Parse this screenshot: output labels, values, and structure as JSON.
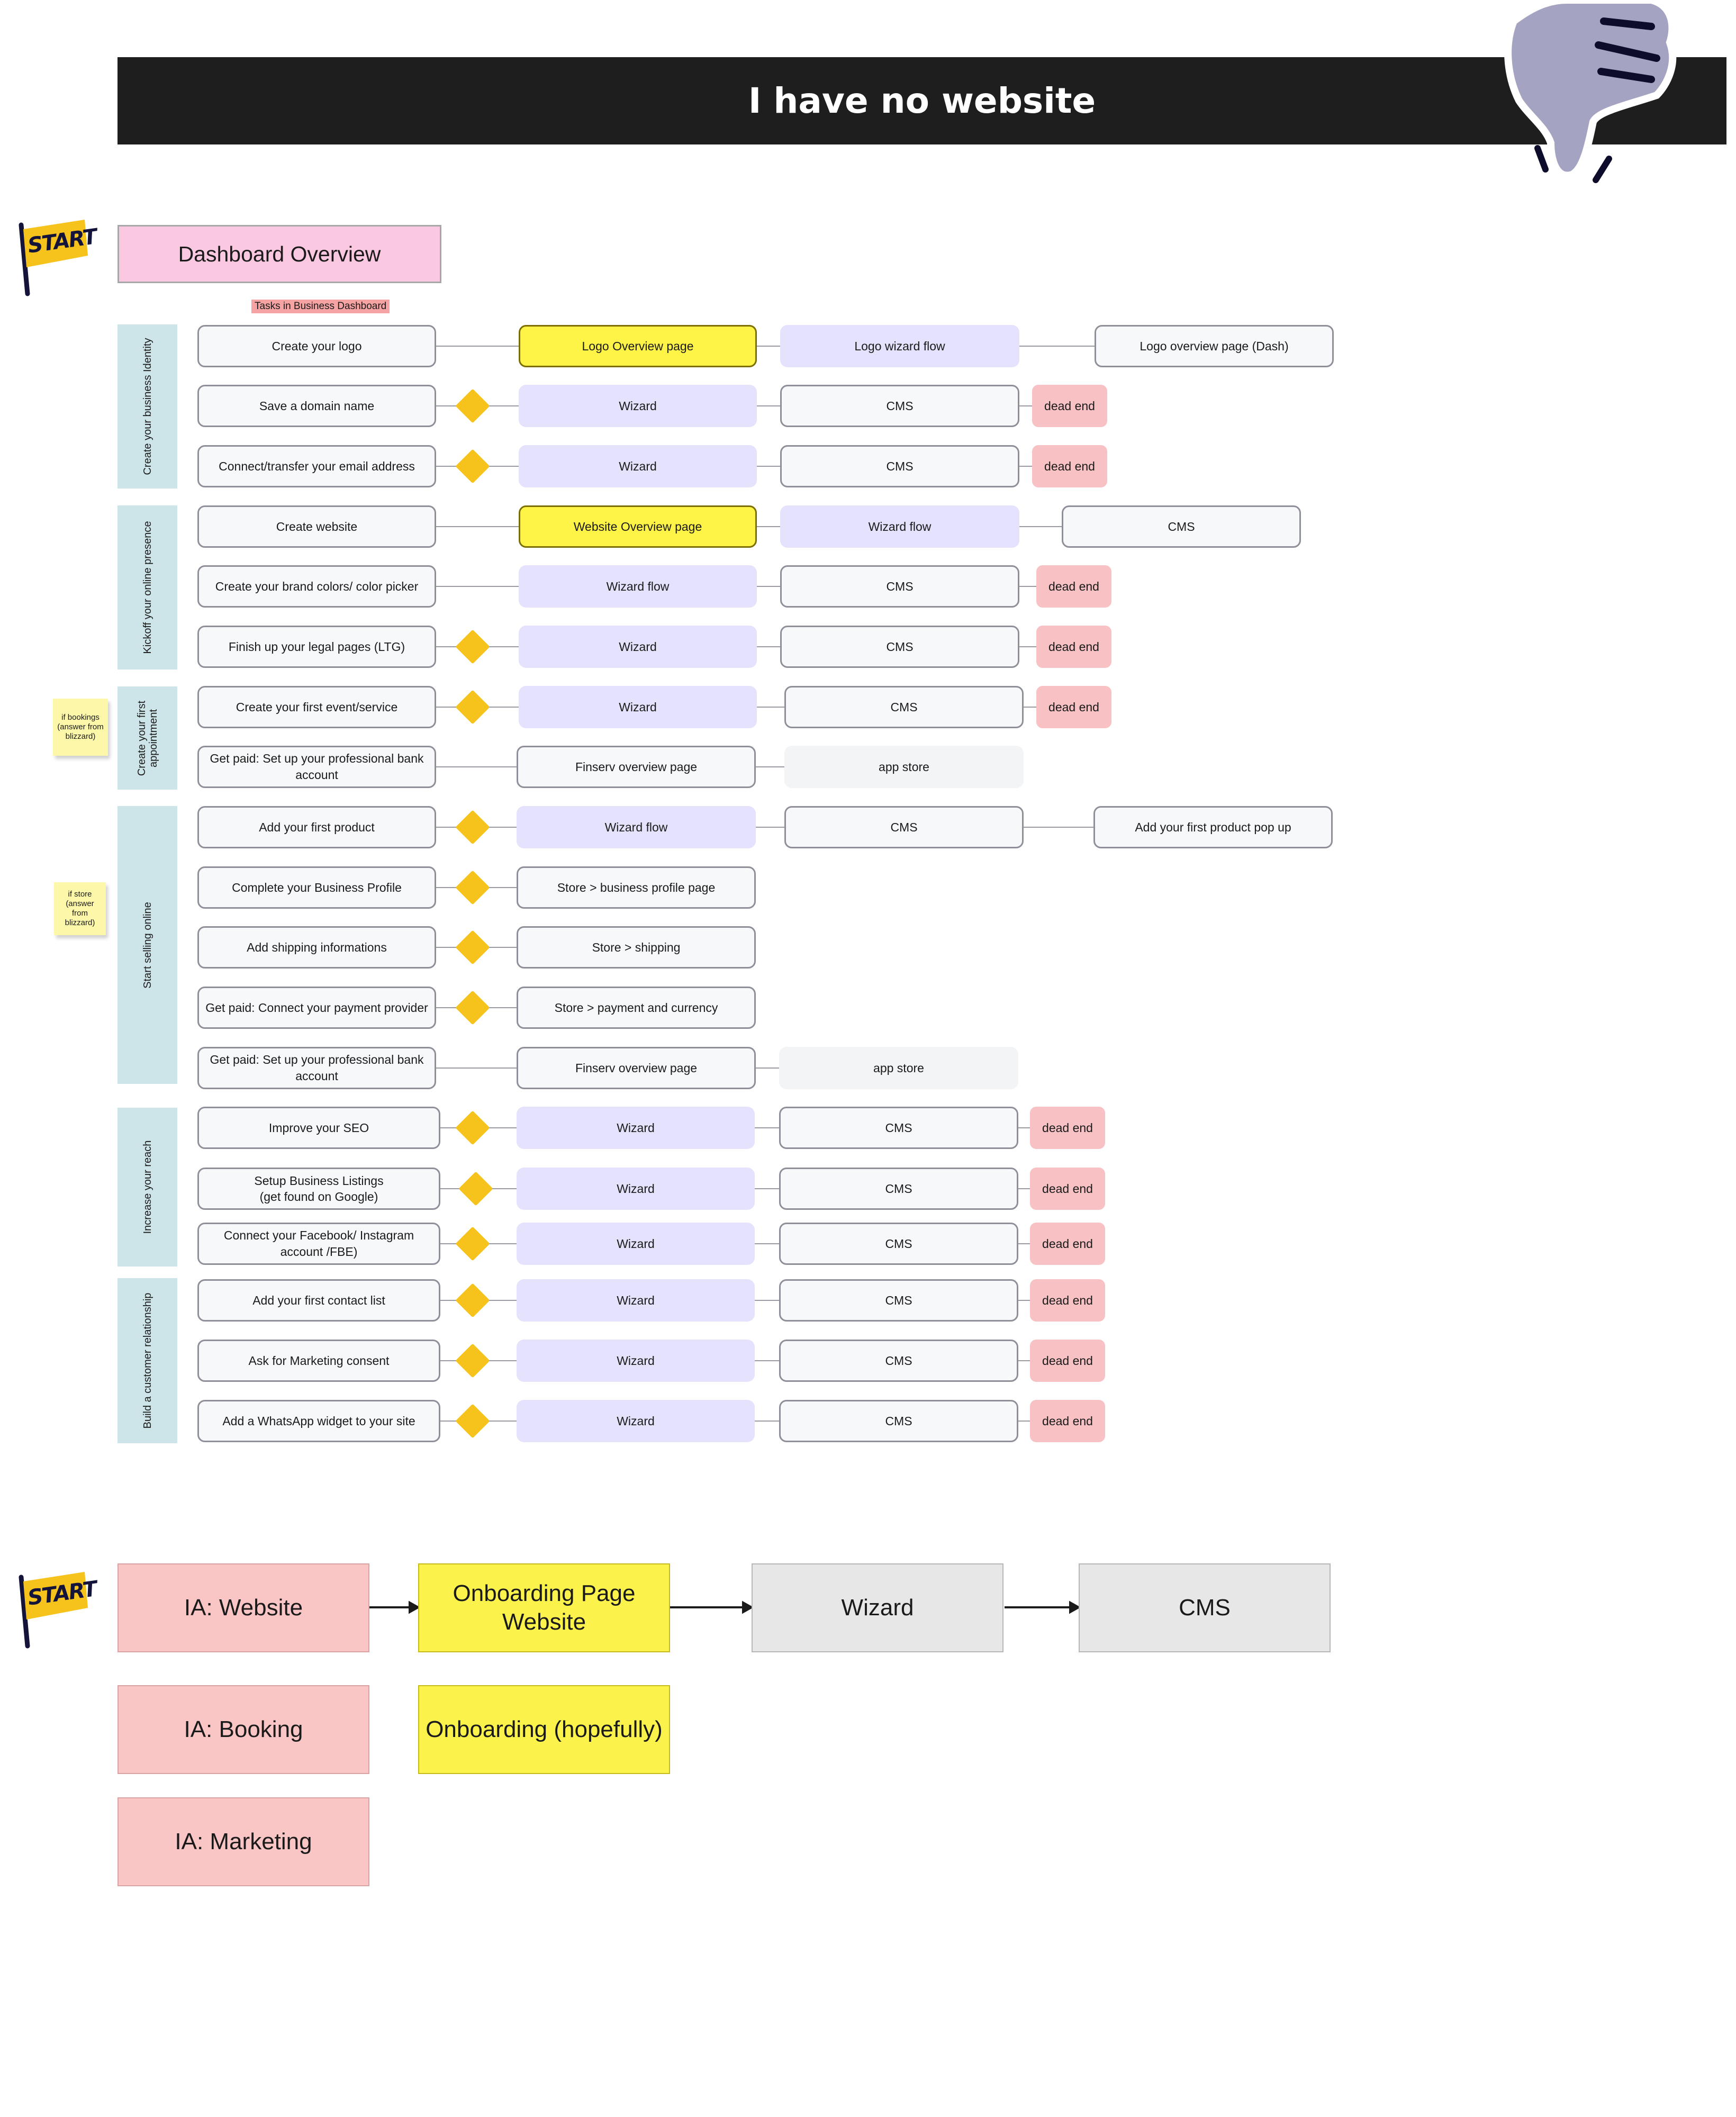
{
  "header": {
    "title": "I have no website"
  },
  "start_labels": [
    "START",
    "START"
  ],
  "dashboard": {
    "title": "Dashboard Overview",
    "tag": "Tasks in Business Dashboard"
  },
  "sticky_notes": [
    "if bookings (answer from blizzard)",
    "if store (answer from blizzard)"
  ],
  "lanes": [
    "Create your business Identity",
    "Kickoff your online presence",
    "Create your first appointment",
    "Start selling online",
    "Increase your reach",
    "Build a customer relationship"
  ],
  "rows": [
    {
      "task": "Create your logo",
      "step2": "Logo Overview page",
      "step3": "Logo wizard flow",
      "step4": "Logo overview page (Dash)"
    },
    {
      "task": "Save a domain name",
      "step2": "Wizard",
      "step3": "CMS",
      "step4": "dead end"
    },
    {
      "task": "Connect/transfer your email address",
      "step2": "Wizard",
      "step3": "CMS",
      "step4": "dead end"
    },
    {
      "task": "Create website",
      "step2": "Website Overview page",
      "step3": "Wizard flow",
      "step4": "CMS"
    },
    {
      "task": "Create your brand colors/ color picker",
      "step2": "Wizard flow",
      "step3": "CMS",
      "step4": "dead end"
    },
    {
      "task": "Finish up your legal pages (LTG)",
      "step2": "Wizard",
      "step3": "CMS",
      "step4": "dead end"
    },
    {
      "task": "Create your first event/service",
      "step2": "Wizard",
      "step3": "CMS",
      "step4": "dead end"
    },
    {
      "task": "Get paid: Set up your professional bank account",
      "step2": "Finserv overview page",
      "step3": "app store"
    },
    {
      "task": "Add your first product",
      "step2": "Wizard flow",
      "step3": "CMS",
      "step4": "Add your first product pop up"
    },
    {
      "task": "Complete your Business Profile",
      "step2": "Store > business profile page"
    },
    {
      "task": "Add shipping informations",
      "step2": "Store > shipping"
    },
    {
      "task": "Get paid: Connect your payment provider",
      "step2": "Store > payment and currency"
    },
    {
      "task": "Get paid: Set up your professional bank account",
      "step2": "Finserv overview page",
      "step3": "app store"
    },
    {
      "task": "Improve your SEO",
      "step2": "Wizard",
      "step3": "CMS",
      "step4": "dead end"
    },
    {
      "task": "Setup Business Listings\n(get found on Google)",
      "step2": "Wizard",
      "step3": "CMS",
      "step4": "dead end"
    },
    {
      "task": "Connect your Facebook/ Instagram account /FBE)",
      "step2": "Wizard",
      "step3": "CMS",
      "step4": "dead end"
    },
    {
      "task": "Add your first contact list",
      "step2": "Wizard",
      "step3": "CMS",
      "step4": "dead end"
    },
    {
      "task": "Ask for Marketing consent",
      "step2": "Wizard",
      "step3": "CMS",
      "step4": "dead end"
    },
    {
      "task": "Add a WhatsApp widget to your site",
      "step2": "Wizard",
      "step3": "CMS",
      "step4": "dead end"
    }
  ],
  "bottom_flow": {
    "ia_website": "IA: Website",
    "onboarding_website": "Onboarding Page Website",
    "wizard": "Wizard",
    "cms": "CMS",
    "ia_booking": "IA: Booking",
    "onboarding_hopefully": "Onboarding (hopefully)",
    "ia_marketing": "IA: Marketing"
  },
  "colors": {
    "header_bg": "#1e1e1e",
    "dashboard_box": "#fbc8e1",
    "lane": "#cde4e8",
    "wizard": "#e4e2fc",
    "highlight_yellow": "#fef347",
    "dead_end": "#f8c1c4",
    "diamond": "#f6c31c",
    "ia_pink": "#fac5c5",
    "gray": "#e7e7e7",
    "start_flag": "#f6c31c",
    "thumbs_down": "#a4a3c1"
  },
  "icons": [
    "start-flag-icon",
    "thumbs-down-icon",
    "decision-diamond-icon"
  ]
}
